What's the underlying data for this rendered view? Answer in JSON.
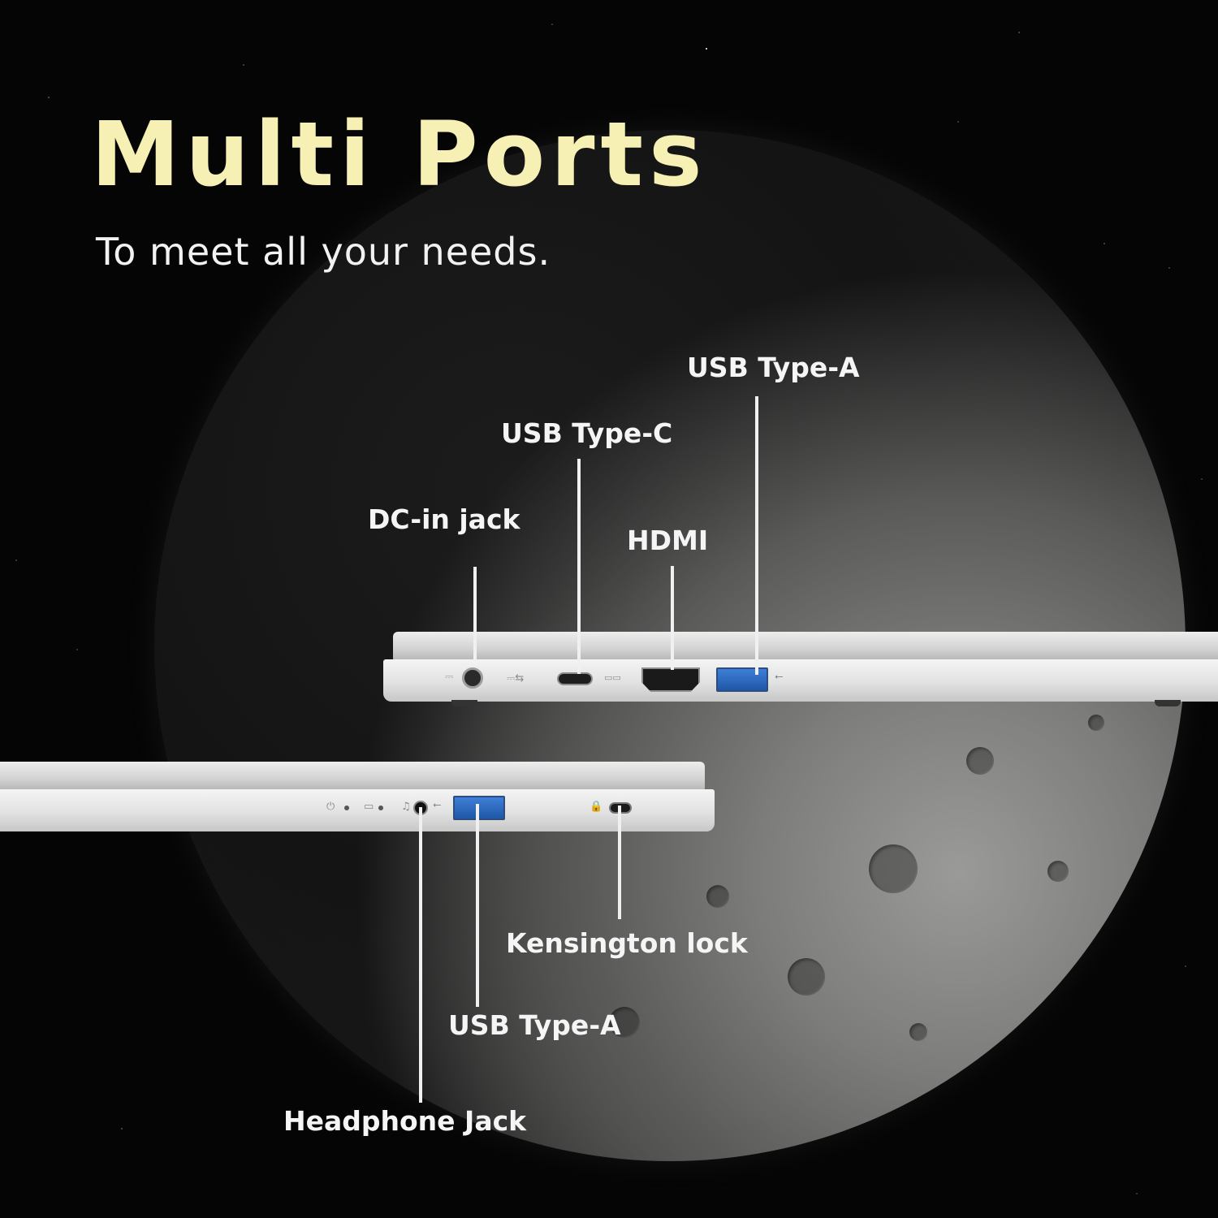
{
  "heading": {
    "title": "Multi Ports",
    "subtitle": "To meet all your needs."
  },
  "ports_right_side": {
    "dc_in": "DC-in jack",
    "usb_c": "USB Type-C",
    "hdmi": "HDMI",
    "usb_a": "USB Type-A"
  },
  "ports_left_side": {
    "kensington": "Kensington lock",
    "usb_a": "USB Type-A",
    "headphone": "Headphone Jack"
  },
  "colors": {
    "background": "#050505",
    "title": "#f6f0b4",
    "usb_a_port": "#3f7fd6",
    "chassis": "#e2e2e2"
  },
  "icons": [
    "dc-power-icon",
    "usb-c-icon",
    "hdmi-icon",
    "usb-icon",
    "headset-icon",
    "lock-icon",
    "battery-led-icon",
    "power-led-icon"
  ]
}
